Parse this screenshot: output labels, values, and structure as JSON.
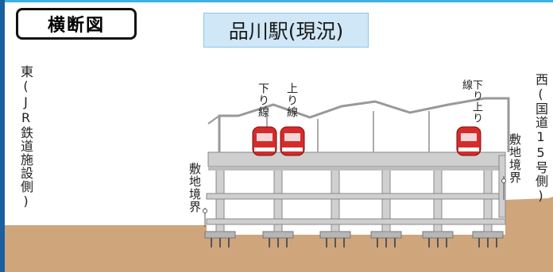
{
  "header": {
    "section_badge": "横断図",
    "title": "品川駅(現況)"
  },
  "sides": {
    "east": "東(JR鉄道施設側)",
    "west": "西(国道15号側)"
  },
  "boundary_labels": {
    "left": "敷地境界",
    "right": "敷地境界"
  },
  "tracks": [
    {
      "label": "下り線"
    },
    {
      "label": "上り線"
    },
    {
      "label": "下り上り線"
    }
  ],
  "colors": {
    "accent": "#3fb2e0",
    "ground": "#cfa57c",
    "structure": "#cccccc",
    "train_red": "#d62b2b"
  }
}
